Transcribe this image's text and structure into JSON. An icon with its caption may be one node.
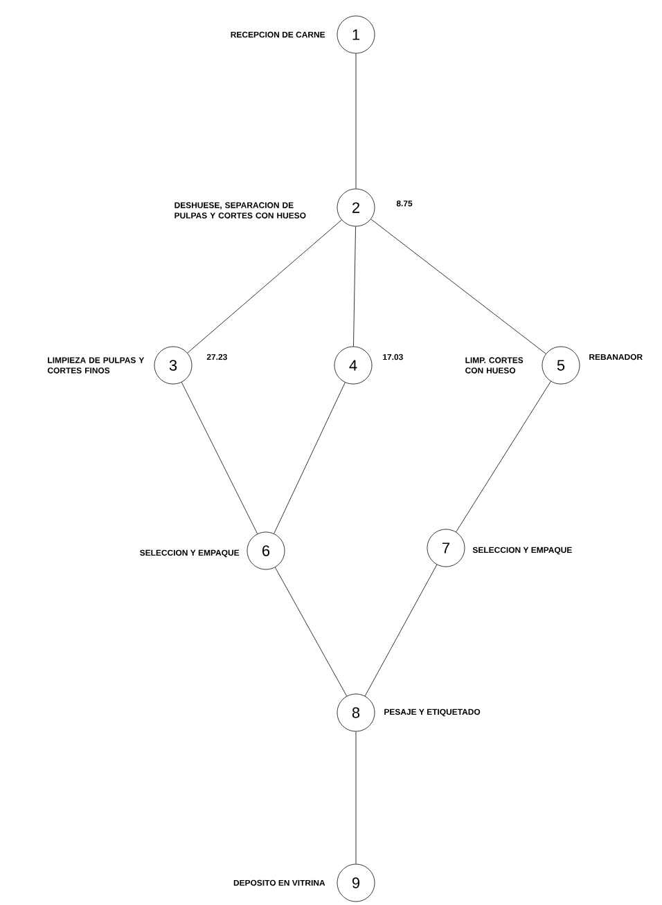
{
  "diagram": {
    "nodes": [
      {
        "text": [
          "1"
        ],
        "beside": [
          "RECEPCION DE CARNE"
        ]
      },
      {
        "text": [
          "2"
        ],
        "beside": [
          "DESHUESE, SEPARACION DE PULPAS Y CORTES CON HUESO",
          "8.75"
        ]
      },
      {
        "text": [
          "3"
        ],
        "beside": [
          "LIMPIEZA DE PULPAS Y CORTES FINOS",
          "27.23"
        ]
      },
      {
        "text": [
          "4"
        ],
        "beside": [
          "17.03"
        ]
      },
      {
        "text": [
          "5"
        ],
        "beside": [
          "LIMP. CORTES CON HUESO",
          "REBANADOR"
        ]
      },
      {
        "text": [
          "6"
        ],
        "beside": [
          "SELECCION Y EMPAQUE"
        ]
      },
      {
        "text": [
          "7"
        ],
        "beside": [
          "SELECCION Y EMPAQUE"
        ]
      },
      {
        "text": [
          "8"
        ],
        "beside": [
          "PESAJE Y ETIQUETADO"
        ]
      },
      {
        "text": [
          "9"
        ],
        "beside": [
          "DEPOSITO EN VITRINA"
        ]
      }
    ],
    "edges": [
      {
        "from": 0,
        "to": 1,
        "arrow": "none"
      },
      {
        "from": 1,
        "to": 2,
        "arrow": "none"
      },
      {
        "from": 1,
        "to": 3,
        "arrow": "none"
      },
      {
        "from": 1,
        "to": 4,
        "arrow": "none"
      },
      {
        "from": 2,
        "to": 5,
        "arrow": "none"
      },
      {
        "from": 3,
        "to": 5,
        "arrow": "none"
      },
      {
        "from": 4,
        "to": 6,
        "arrow": "none"
      },
      {
        "from": 5,
        "to": 7,
        "arrow": "none"
      },
      {
        "from": 6,
        "to": 7,
        "arrow": "none"
      },
      {
        "from": 7,
        "to": 8,
        "arrow": "none"
      }
    ]
  }
}
